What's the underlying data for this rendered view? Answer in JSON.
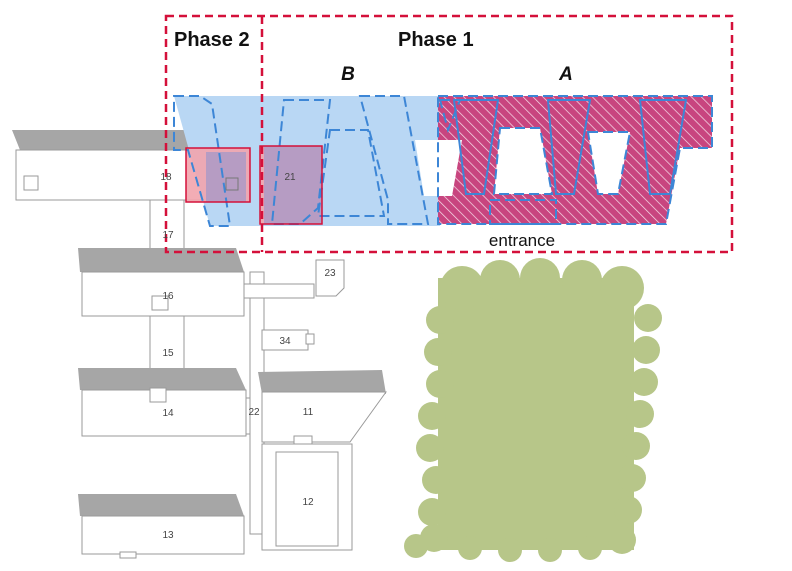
{
  "phases": {
    "phase2": "Phase 2",
    "phase1": "Phase 1"
  },
  "wings": {
    "b": "B",
    "a": "A"
  },
  "entrance": "entrance",
  "buildings": {
    "b11": "11",
    "b12": "12",
    "b13": "13",
    "b14": "14",
    "b15": "15",
    "b16": "16",
    "b17": "17",
    "b18": "18",
    "b21": "21",
    "b22": "22",
    "b23": "23",
    "b34": "34"
  },
  "colors": {
    "phase_boundary": "#d4103a",
    "wing_b_fill": "#b9d7f4",
    "wing_b_outline": "#3d86d6",
    "wing_a_fill": "#c8457f",
    "phase2_fill": "#f2a4ad",
    "overlap_fill": "#ad9ac6",
    "green_area": "#b7c689",
    "building_shadow": "#a6a6a6"
  }
}
